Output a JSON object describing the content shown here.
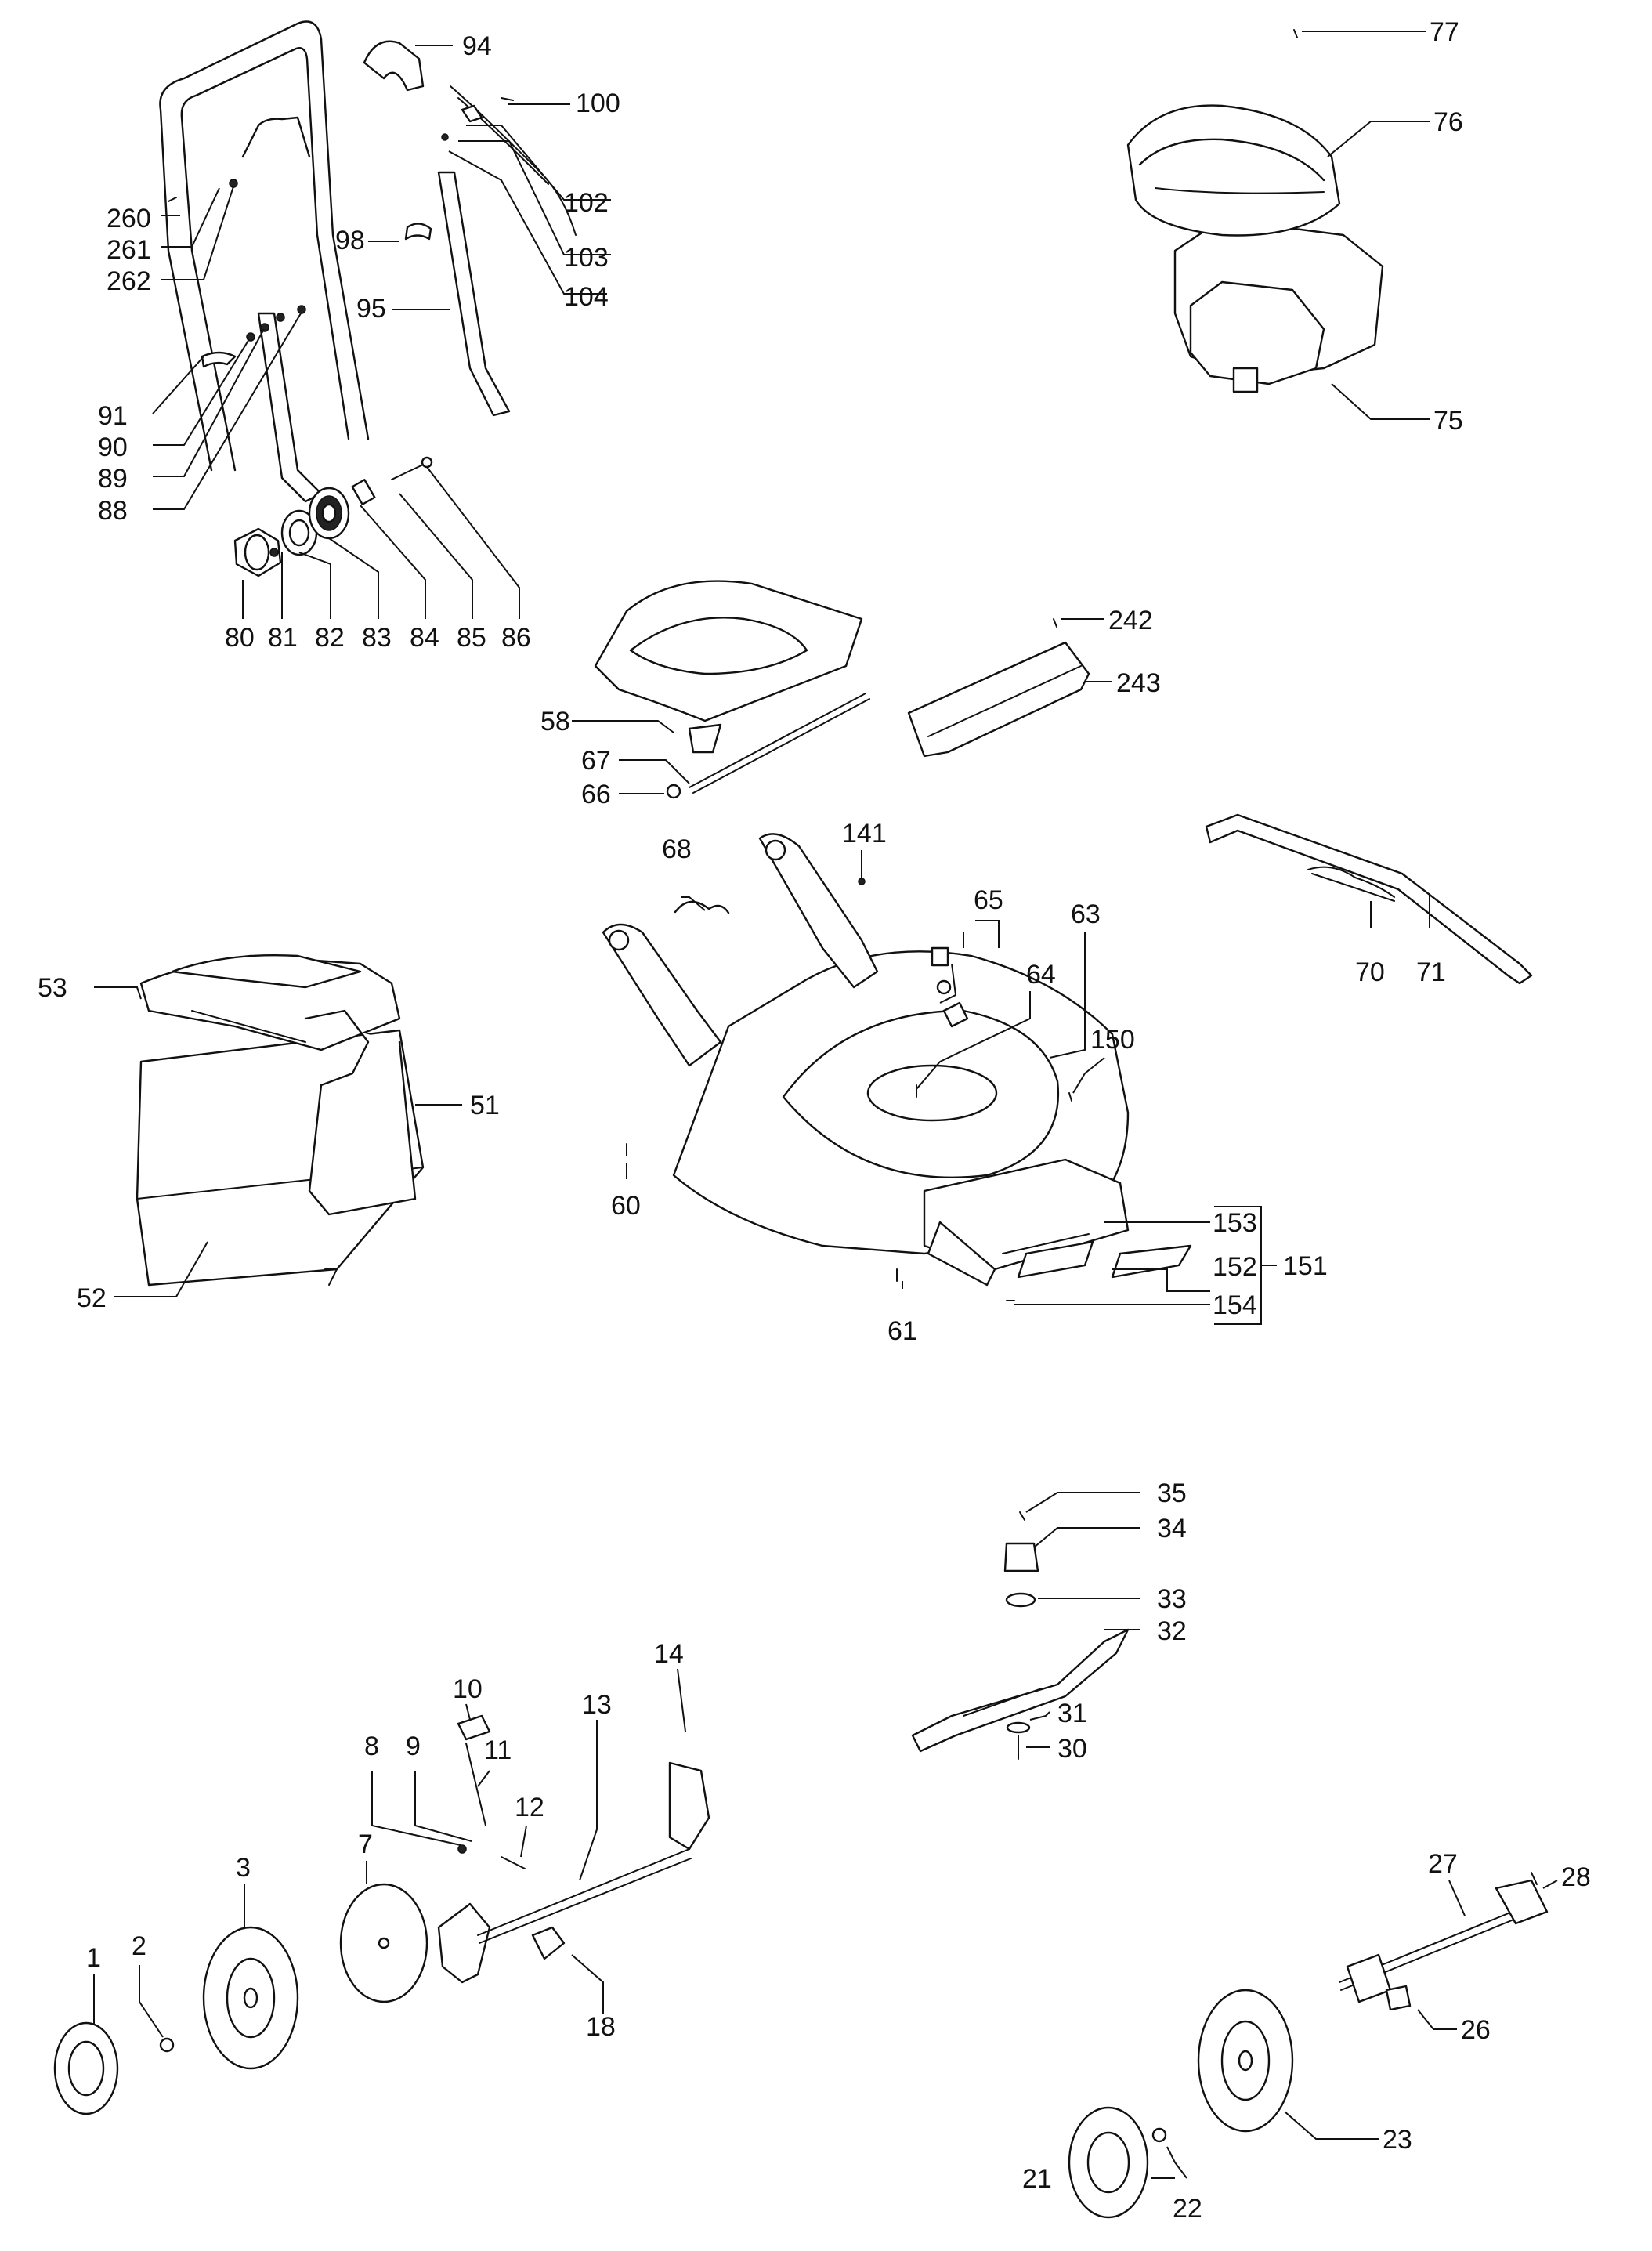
{
  "diagram": {
    "callouts": [
      {
        "id": "1",
        "label": "1"
      },
      {
        "id": "2",
        "label": "2"
      },
      {
        "id": "3",
        "label": "3"
      },
      {
        "id": "7",
        "label": "7"
      },
      {
        "id": "8",
        "label": "8"
      },
      {
        "id": "9",
        "label": "9"
      },
      {
        "id": "10",
        "label": "10"
      },
      {
        "id": "11",
        "label": "11"
      },
      {
        "id": "12",
        "label": "12"
      },
      {
        "id": "13",
        "label": "13"
      },
      {
        "id": "14",
        "label": "14"
      },
      {
        "id": "18",
        "label": "18"
      },
      {
        "id": "21",
        "label": "21"
      },
      {
        "id": "22",
        "label": "22"
      },
      {
        "id": "23",
        "label": "23"
      },
      {
        "id": "26",
        "label": "26"
      },
      {
        "id": "27",
        "label": "27"
      },
      {
        "id": "28",
        "label": "28"
      },
      {
        "id": "30",
        "label": "30"
      },
      {
        "id": "31",
        "label": "31"
      },
      {
        "id": "32",
        "label": "32"
      },
      {
        "id": "33",
        "label": "33"
      },
      {
        "id": "34",
        "label": "34"
      },
      {
        "id": "35",
        "label": "35"
      },
      {
        "id": "51",
        "label": "51"
      },
      {
        "id": "52",
        "label": "52"
      },
      {
        "id": "53",
        "label": "53"
      },
      {
        "id": "58",
        "label": "58"
      },
      {
        "id": "60",
        "label": "60"
      },
      {
        "id": "61",
        "label": "61"
      },
      {
        "id": "63",
        "label": "63"
      },
      {
        "id": "64",
        "label": "64"
      },
      {
        "id": "65",
        "label": "65"
      },
      {
        "id": "66",
        "label": "66"
      },
      {
        "id": "67",
        "label": "67"
      },
      {
        "id": "68",
        "label": "68"
      },
      {
        "id": "70",
        "label": "70"
      },
      {
        "id": "71",
        "label": "71"
      },
      {
        "id": "75",
        "label": "75"
      },
      {
        "id": "76",
        "label": "76"
      },
      {
        "id": "77",
        "label": "77"
      },
      {
        "id": "80",
        "label": "80"
      },
      {
        "id": "81",
        "label": "81"
      },
      {
        "id": "82",
        "label": "82"
      },
      {
        "id": "83",
        "label": "83"
      },
      {
        "id": "84",
        "label": "84"
      },
      {
        "id": "85",
        "label": "85"
      },
      {
        "id": "86",
        "label": "86"
      },
      {
        "id": "88",
        "label": "88"
      },
      {
        "id": "89",
        "label": "89"
      },
      {
        "id": "90",
        "label": "90"
      },
      {
        "id": "91",
        "label": "91"
      },
      {
        "id": "94",
        "label": "94"
      },
      {
        "id": "95",
        "label": "95"
      },
      {
        "id": "98",
        "label": "98"
      },
      {
        "id": "100",
        "label": "100"
      },
      {
        "id": "102",
        "label": "102"
      },
      {
        "id": "103",
        "label": "103"
      },
      {
        "id": "104",
        "label": "104"
      },
      {
        "id": "141",
        "label": "141"
      },
      {
        "id": "150",
        "label": "150"
      },
      {
        "id": "151",
        "label": "151"
      },
      {
        "id": "152",
        "label": "152"
      },
      {
        "id": "153",
        "label": "153"
      },
      {
        "id": "154",
        "label": "154"
      },
      {
        "id": "242",
        "label": "242"
      },
      {
        "id": "243",
        "label": "243"
      },
      {
        "id": "260",
        "label": "260"
      },
      {
        "id": "261",
        "label": "261"
      },
      {
        "id": "262",
        "label": "262"
      }
    ]
  }
}
